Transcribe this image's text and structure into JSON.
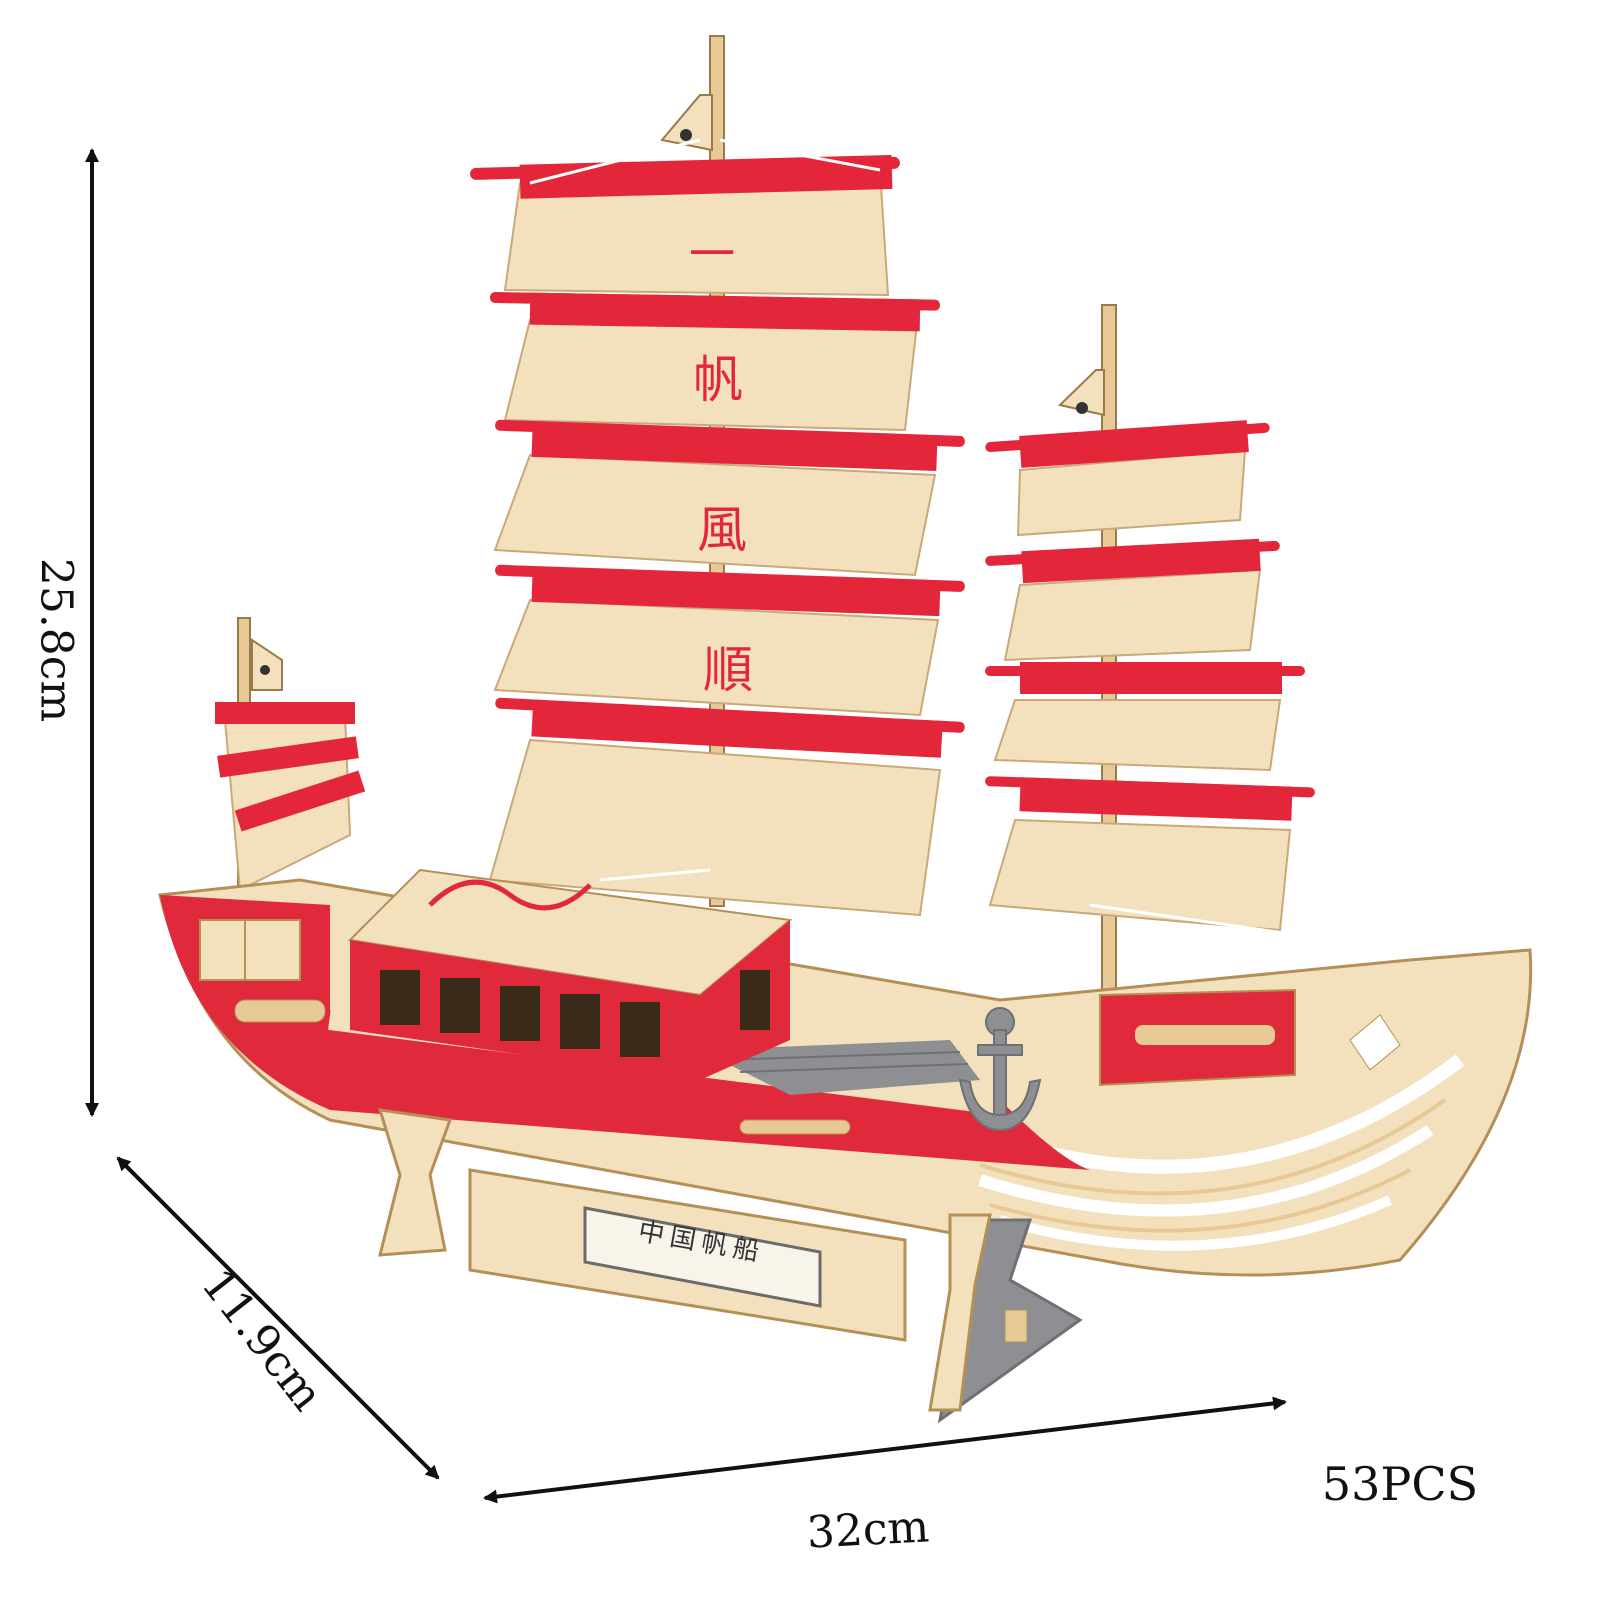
{
  "product": {
    "name_plate_text": "中国帆船",
    "sail_characters": [
      "一",
      "帆",
      "風",
      "順"
    ],
    "pieces_label": "53PCS"
  },
  "dimensions": {
    "height": "25.8cm",
    "depth": "11.9cm",
    "width": "32cm"
  },
  "colors": {
    "sail_red": "#e4263a",
    "wood_light": "#f3e1bd",
    "wood_mid": "#e6c994",
    "hull_red": "#e02a3c",
    "grey_part": "#8e8f93",
    "arrow": "#111111"
  }
}
